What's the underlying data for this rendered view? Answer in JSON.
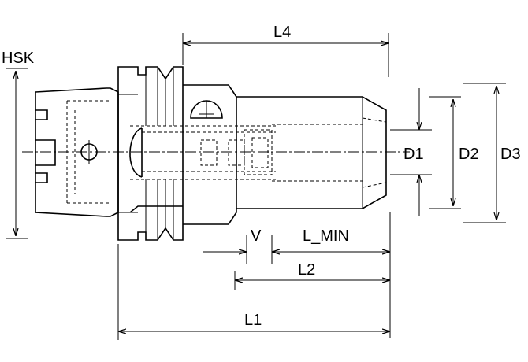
{
  "labels": {
    "hsk": "HSK",
    "l4": "L4",
    "d1": "D1",
    "d2": "D2",
    "d3": "D3",
    "v": "V",
    "l_min": "L_MIN",
    "l2": "L2",
    "l1": "L1"
  }
}
